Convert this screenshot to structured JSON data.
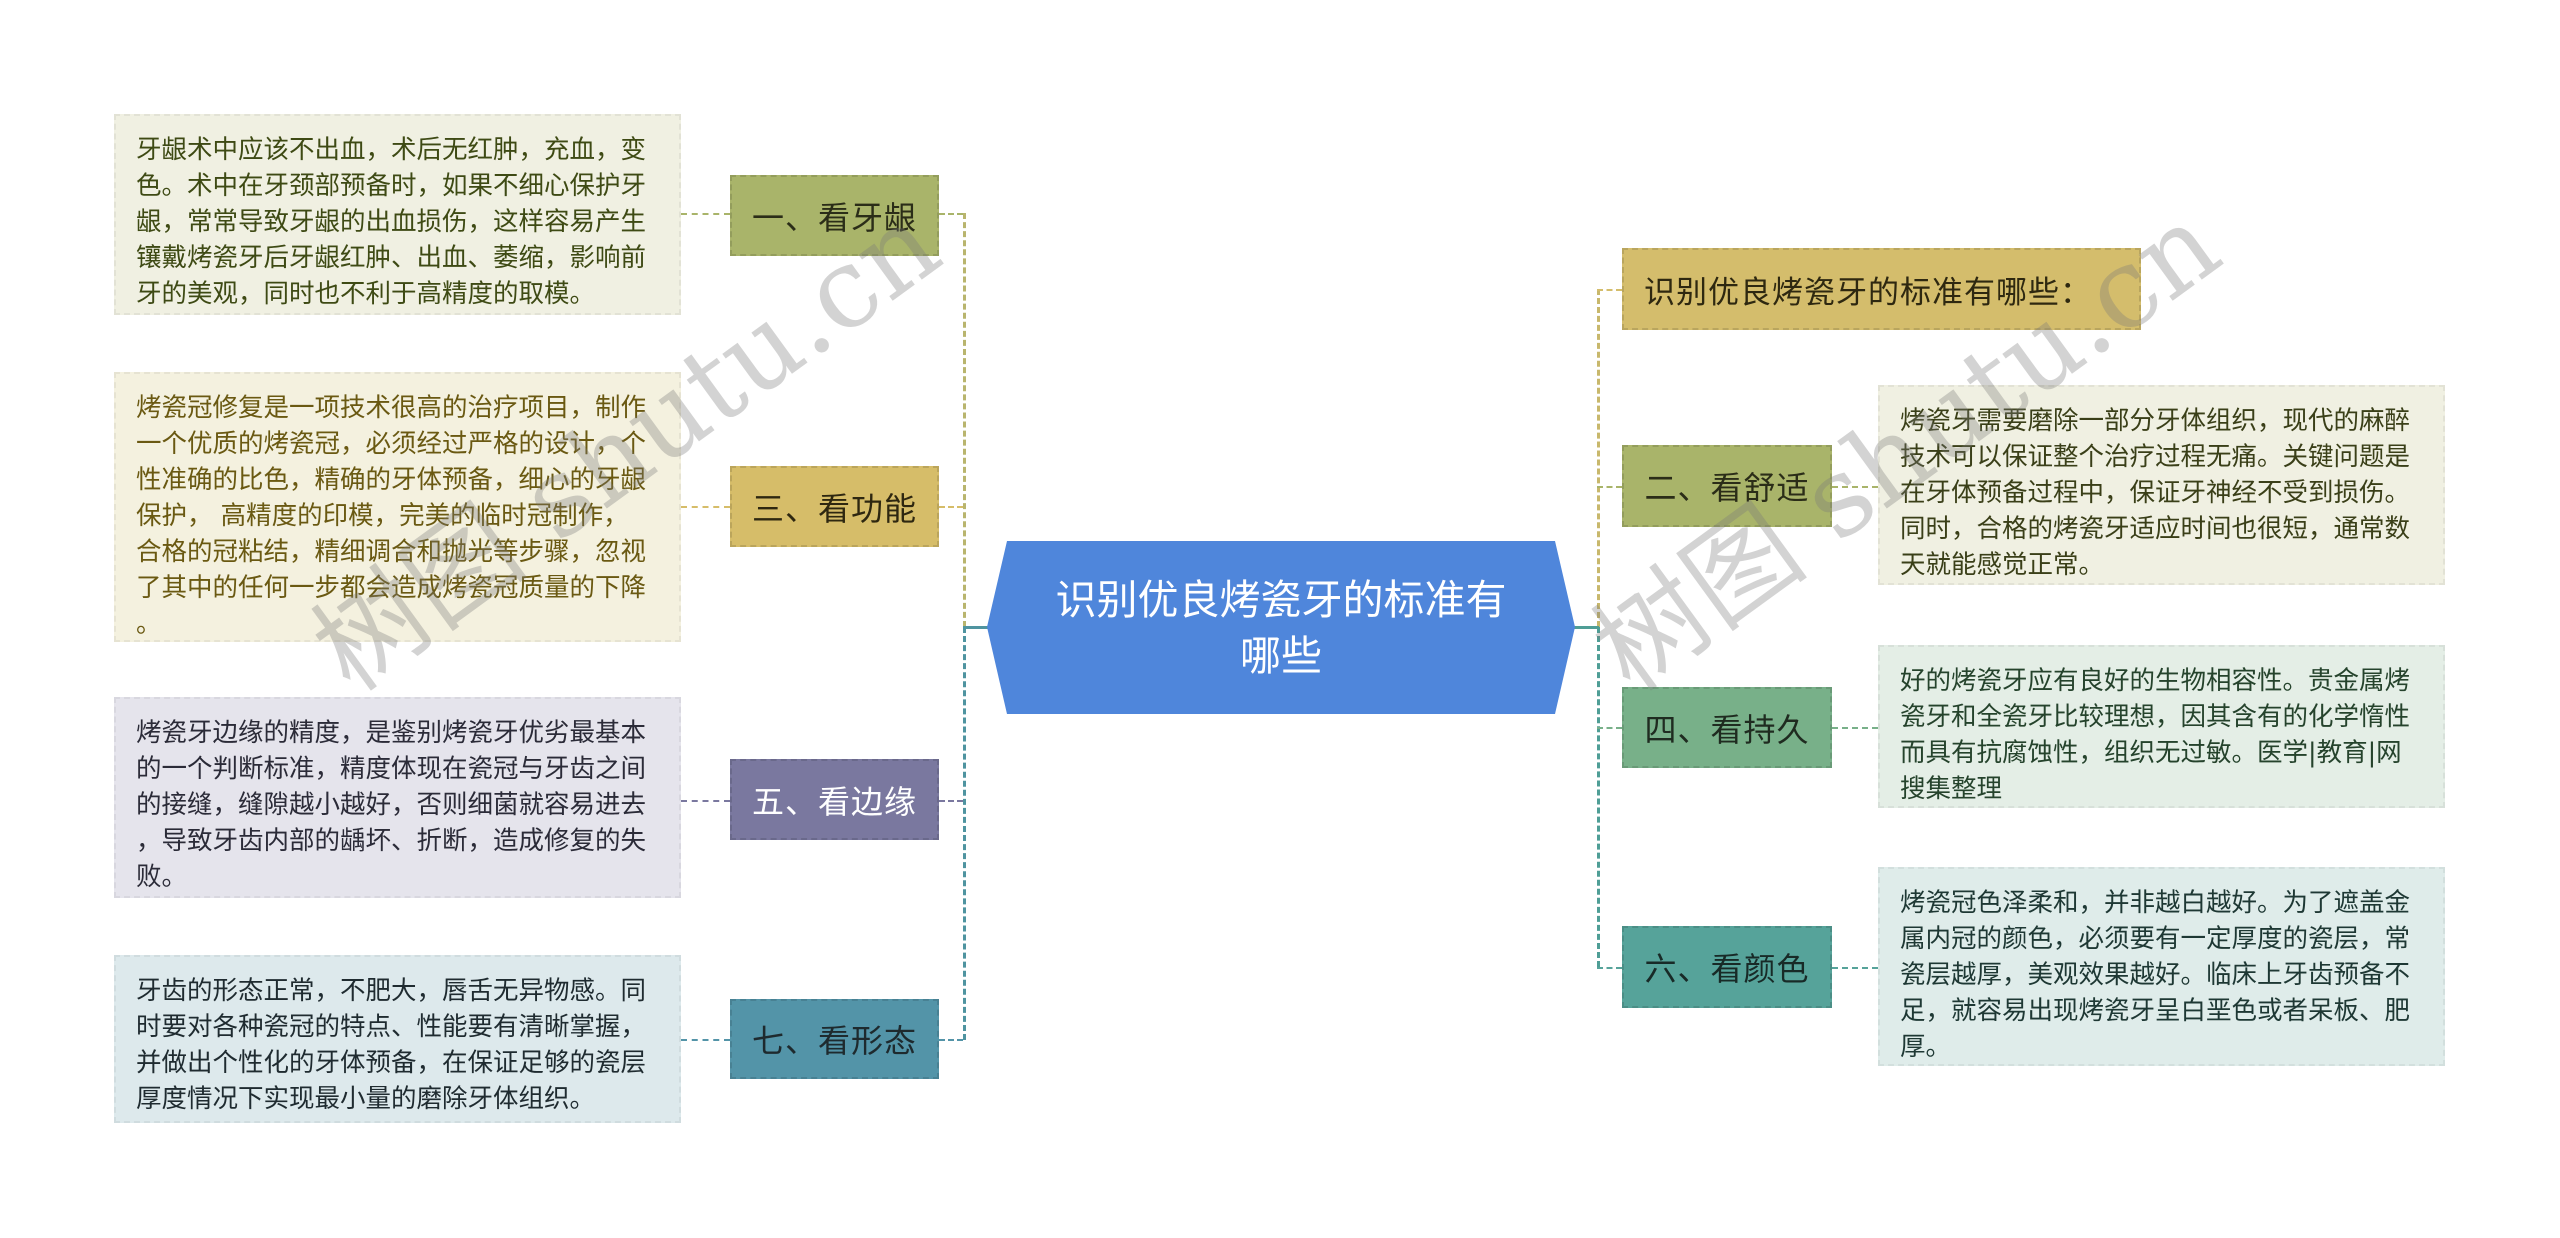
{
  "root": {
    "lines": [
      "识别优良烤瓷牙的标准有",
      "哪些"
    ],
    "color": "#4f86db"
  },
  "right_header": {
    "label": "识别优良烤瓷牙的标准有哪些：",
    "color": "#d4bd6c"
  },
  "branches": [
    {
      "label": "一、看牙龈",
      "color": "#a9b46a",
      "desc_lines": [
        "牙龈术中应该不出血，术后无红肿，充血，变",
        "色。术中在牙颈部预备时，如果不细心保护牙",
        "龈，常常导致牙龈的出血损伤，这样容易产生",
        "镶戴烤瓷牙后牙龈红肿、出血、萎缩，影响前",
        "牙的美观，同时也不利于高精度的取模。"
      ],
      "desc_bg": "#f0f0e2"
    },
    {
      "label": "二、看舒适",
      "color": "#a9b46a",
      "desc_lines": [
        "烤瓷牙需要磨除一部分牙体组织，现代的麻醉",
        "技术可以保证整个治疗过程无痛。关键问题是",
        "在牙体预备过程中，保证牙神经不受到损伤。",
        "同时，合格的烤瓷牙适应时间也很短，通常数",
        "天就能感觉正常。"
      ],
      "desc_bg": "#f0f0e2"
    },
    {
      "label": "三、看功能",
      "color": "#d6bd69",
      "desc_lines": [
        "烤瓷冠修复是一项技术很高的治疗项目，制作",
        "一个优质的烤瓷冠，必须经过严格的设计，个",
        "性准确的比色，精确的牙体预备，细心的牙龈",
        "保护， 高精度的印模，完美的临时冠制作，",
        "合格的冠粘结，精细调合和抛光等步骤，忽视",
        "了其中的任何一步都会造成烤瓷冠质量的下降",
        "。"
      ],
      "desc_bg": "#f4f1df"
    },
    {
      "label": "四、看持久",
      "color": "#78b089",
      "desc_lines": [
        "好的烤瓷牙应有良好的生物相容性。贵金属烤",
        "瓷牙和全瓷牙比较理想，因其含有的化学惰性",
        "而具有抗腐蚀性，组织无过敏。医学|教育|网",
        "搜集整理"
      ],
      "desc_bg": "#e4eee6"
    },
    {
      "label": "五、看边缘",
      "color": "#7a789f",
      "desc_lines": [
        "烤瓷牙边缘的精度，是鉴别烤瓷牙优劣最基本",
        "的一个判断标准，精度体现在瓷冠与牙齿之间",
        "的接缝，缝隙越小越好，否则细菌就容易进去",
        "，导致牙齿内部的龋坏、折断，造成修复的失",
        "败。"
      ],
      "desc_bg": "#e5e4ec"
    },
    {
      "label": "六、看颜色",
      "color": "#56a39a",
      "desc_lines": [
        "烤瓷冠色泽柔和，并非越白越好。为了遮盖金",
        "属内冠的颜色，必须要有一定厚度的瓷层，常",
        "瓷层越厚，美观效果越好。临床上牙齿预备不",
        "足，就容易出现烤瓷牙呈白垩色或者呆板、肥",
        "厚。"
      ],
      "desc_bg": "#dfecea"
    },
    {
      "label": "七、看形态",
      "color": "#5394a8",
      "desc_lines": [
        "牙齿的形态正常，不肥大，唇舌无异物感。同",
        "时要对各种瓷冠的特点、性能要有清晰掌握，",
        "并做出个性化的牙体预备，在保证足够的瓷层",
        "厚度情况下实现最小量的磨除牙体组织。"
      ],
      "desc_bg": "#dde9ec"
    }
  ],
  "watermarks": [
    "树图 shutu.cn",
    "树图 shutu.cn"
  ]
}
